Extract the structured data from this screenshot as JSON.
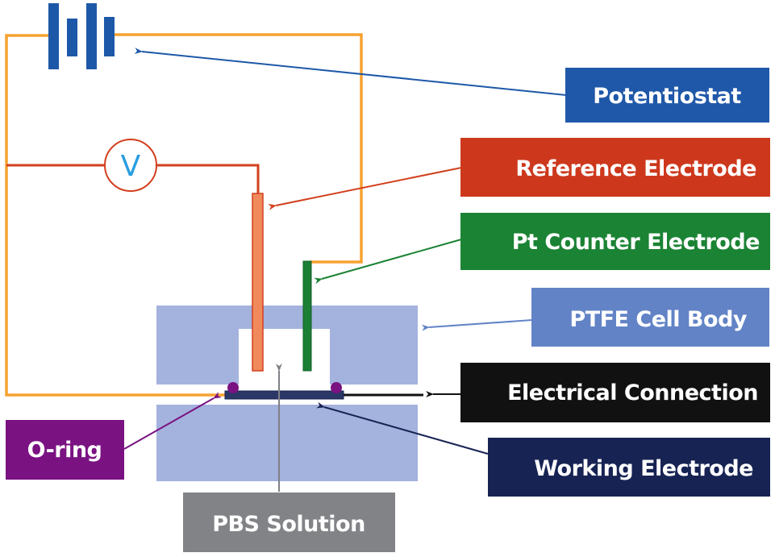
{
  "title": "Electrochemical cell setup schematic",
  "colors": {
    "wire_orange": "#f7a230",
    "wire_red": "#d2401e",
    "battery_blue": "#1d58a8",
    "ptfe_body": "#a4b2de",
    "reference_fill": "#f08a5c",
    "reference_stroke": "#d2401e",
    "counter_green": "#1b7f35",
    "working_navy": "#2b3766",
    "oring_purple": "#7a1282",
    "pbs_grey": "#808185",
    "voltmeter_glyph": "#2a9de0"
  },
  "voltmeter": {
    "symbol": "V",
    "icon": "voltmeter-icon"
  },
  "battery": {
    "icon": "battery-icon"
  },
  "labels": [
    {
      "id": "potentiostat",
      "text": "Potentiostat",
      "color": "#1f58a9"
    },
    {
      "id": "reference-electrode",
      "text": "Reference Electrode",
      "color": "#cd381c"
    },
    {
      "id": "counter-electrode",
      "text": "Pt Counter Electrode",
      "color": "#1b8334"
    },
    {
      "id": "ptfe-cell-body",
      "text": "PTFE Cell Body",
      "color": "#6283c6"
    },
    {
      "id": "electrical-connection",
      "text": "Electrical Connection",
      "color": "#111111"
    },
    {
      "id": "working-electrode",
      "text": "Working Electrode",
      "color": "#172353"
    },
    {
      "id": "o-ring",
      "text": "O-ring",
      "color": "#7a1282"
    },
    {
      "id": "pbs-solution",
      "text": "PBS Solution",
      "color": "#828387"
    }
  ]
}
